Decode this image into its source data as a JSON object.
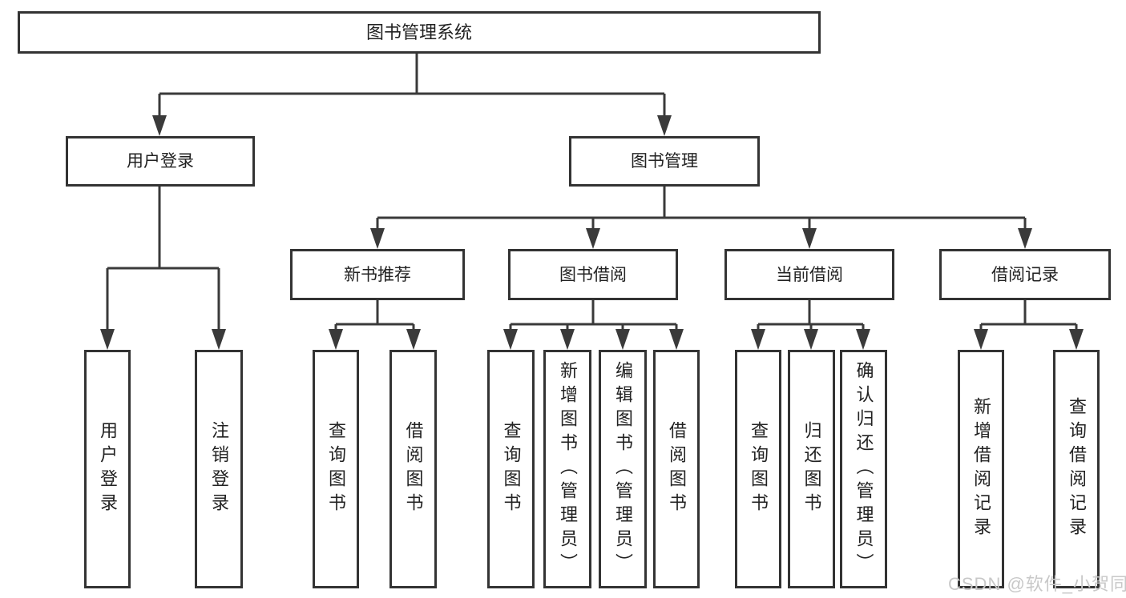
{
  "diagram": {
    "root": {
      "label": "图书管理系统"
    },
    "level2": [
      {
        "label": "用户登录"
      },
      {
        "label": "图书管理"
      }
    ],
    "level3": [
      {
        "label": "新书推荐"
      },
      {
        "label": "图书借阅"
      },
      {
        "label": "当前借阅"
      },
      {
        "label": "借阅记录"
      }
    ],
    "leaves": {
      "user_login": [
        "用户登录",
        "注销登录"
      ],
      "new_book_recommend": [
        "查询图书",
        "借阅图书"
      ],
      "book_borrow": [
        "查询图书",
        "新增图书（管理员）",
        "编辑图书（管理员）",
        "借阅图书"
      ],
      "current_borrow": [
        "查询图书",
        "归还图书",
        "确认归还（管理员）"
      ],
      "borrow_records": [
        "新增借阅记录",
        "查询借阅记录"
      ]
    }
  },
  "watermark": {
    "text": "CSDN @软件_小贺同学"
  },
  "colors": {
    "line": "#3a3a3a",
    "border": "#333333",
    "text": "#222222",
    "background": "#ffffff",
    "watermark": "#c8c8c8"
  }
}
